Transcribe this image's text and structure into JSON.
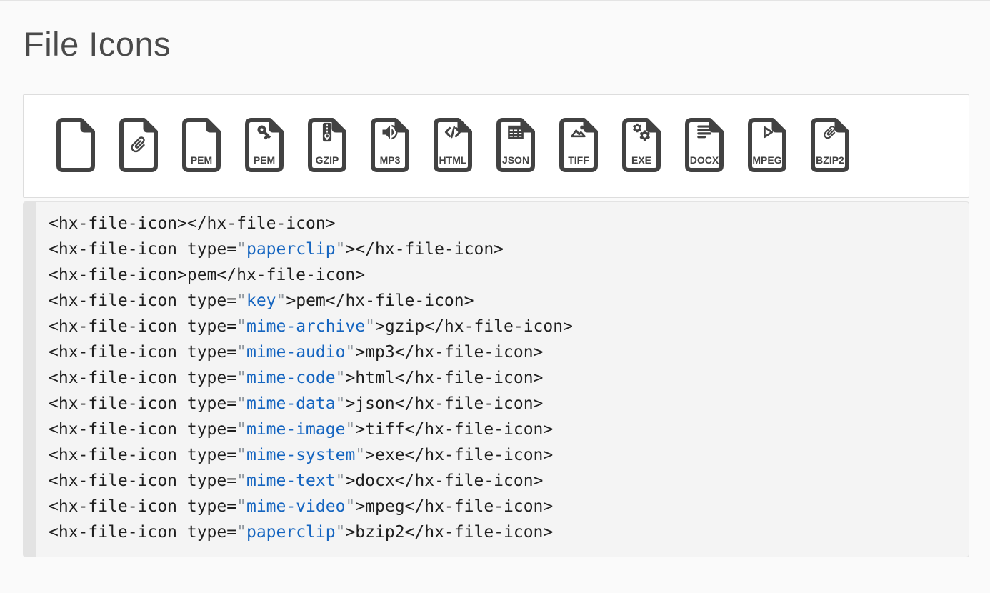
{
  "page": {
    "title": "File Icons"
  },
  "demo": {
    "icons": [
      {
        "name": "blank",
        "glyph": null,
        "label": null
      },
      {
        "name": "paperclip",
        "glyph": "paperclip",
        "label": null
      },
      {
        "name": "pem",
        "glyph": null,
        "label": "PEM"
      },
      {
        "name": "pem-key",
        "glyph": "key",
        "label": "PEM"
      },
      {
        "name": "gzip",
        "glyph": "zipper",
        "label": "GZIP"
      },
      {
        "name": "mp3",
        "glyph": "audio",
        "label": "MP3"
      },
      {
        "name": "html",
        "glyph": "code",
        "label": "HTML"
      },
      {
        "name": "json",
        "glyph": "table",
        "label": "JSON"
      },
      {
        "name": "tiff",
        "glyph": "image",
        "label": "TIFF"
      },
      {
        "name": "exe",
        "glyph": "gears",
        "label": "EXE"
      },
      {
        "name": "docx",
        "glyph": "lines",
        "label": "DOCX"
      },
      {
        "name": "mpeg",
        "glyph": "play",
        "label": "MPEG"
      },
      {
        "name": "bzip2",
        "glyph": "paperclip",
        "label": "BZIP2"
      }
    ]
  },
  "code": {
    "lines": [
      [
        {
          "c": "t",
          "s": "<hx-file-icon></hx-file-icon>"
        }
      ],
      [
        {
          "c": "t",
          "s": "<hx-file-icon type="
        },
        {
          "c": "q",
          "s": "\""
        },
        {
          "c": "v",
          "s": "paperclip"
        },
        {
          "c": "q",
          "s": "\""
        },
        {
          "c": "t",
          "s": "></hx-file-icon>"
        }
      ],
      [
        {
          "c": "t",
          "s": "<hx-file-icon>pem</hx-file-icon>"
        }
      ],
      [
        {
          "c": "t",
          "s": "<hx-file-icon type="
        },
        {
          "c": "q",
          "s": "\""
        },
        {
          "c": "v",
          "s": "key"
        },
        {
          "c": "q",
          "s": "\""
        },
        {
          "c": "t",
          "s": ">pem</hx-file-icon>"
        }
      ],
      [
        {
          "c": "t",
          "s": "<hx-file-icon type="
        },
        {
          "c": "q",
          "s": "\""
        },
        {
          "c": "v",
          "s": "mime-archive"
        },
        {
          "c": "q",
          "s": "\""
        },
        {
          "c": "t",
          "s": ">gzip</hx-file-icon>"
        }
      ],
      [
        {
          "c": "t",
          "s": "<hx-file-icon type="
        },
        {
          "c": "q",
          "s": "\""
        },
        {
          "c": "v",
          "s": "mime-audio"
        },
        {
          "c": "q",
          "s": "\""
        },
        {
          "c": "t",
          "s": ">mp3</hx-file-icon>"
        }
      ],
      [
        {
          "c": "t",
          "s": "<hx-file-icon type="
        },
        {
          "c": "q",
          "s": "\""
        },
        {
          "c": "v",
          "s": "mime-code"
        },
        {
          "c": "q",
          "s": "\""
        },
        {
          "c": "t",
          "s": ">html</hx-file-icon>"
        }
      ],
      [
        {
          "c": "t",
          "s": "<hx-file-icon type="
        },
        {
          "c": "q",
          "s": "\""
        },
        {
          "c": "v",
          "s": "mime-data"
        },
        {
          "c": "q",
          "s": "\""
        },
        {
          "c": "t",
          "s": ">json</hx-file-icon>"
        }
      ],
      [
        {
          "c": "t",
          "s": "<hx-file-icon type="
        },
        {
          "c": "q",
          "s": "\""
        },
        {
          "c": "v",
          "s": "mime-image"
        },
        {
          "c": "q",
          "s": "\""
        },
        {
          "c": "t",
          "s": ">tiff</hx-file-icon>"
        }
      ],
      [
        {
          "c": "t",
          "s": "<hx-file-icon type="
        },
        {
          "c": "q",
          "s": "\""
        },
        {
          "c": "v",
          "s": "mime-system"
        },
        {
          "c": "q",
          "s": "\""
        },
        {
          "c": "t",
          "s": ">exe</hx-file-icon>"
        }
      ],
      [
        {
          "c": "t",
          "s": "<hx-file-icon type="
        },
        {
          "c": "q",
          "s": "\""
        },
        {
          "c": "v",
          "s": "mime-text"
        },
        {
          "c": "q",
          "s": "\""
        },
        {
          "c": "t",
          "s": ">docx</hx-file-icon>"
        }
      ],
      [
        {
          "c": "t",
          "s": "<hx-file-icon type="
        },
        {
          "c": "q",
          "s": "\""
        },
        {
          "c": "v",
          "s": "mime-video"
        },
        {
          "c": "q",
          "s": "\""
        },
        {
          "c": "t",
          "s": ">mpeg</hx-file-icon>"
        }
      ],
      [
        {
          "c": "t",
          "s": "<hx-file-icon type="
        },
        {
          "c": "q",
          "s": "\""
        },
        {
          "c": "v",
          "s": "paperclip"
        },
        {
          "c": "q",
          "s": "\""
        },
        {
          "c": "t",
          "s": ">bzip2</hx-file-icon>"
        }
      ]
    ]
  },
  "colors": {
    "icon_dark": "#424242",
    "attr_value_blue": "#1565c0",
    "quote_gray": "#90979e",
    "code_text": "#1f1f1f",
    "panel_bg": "#ffffff",
    "code_bg": "#f4f4f4",
    "page_bg": "#fafafa"
  }
}
